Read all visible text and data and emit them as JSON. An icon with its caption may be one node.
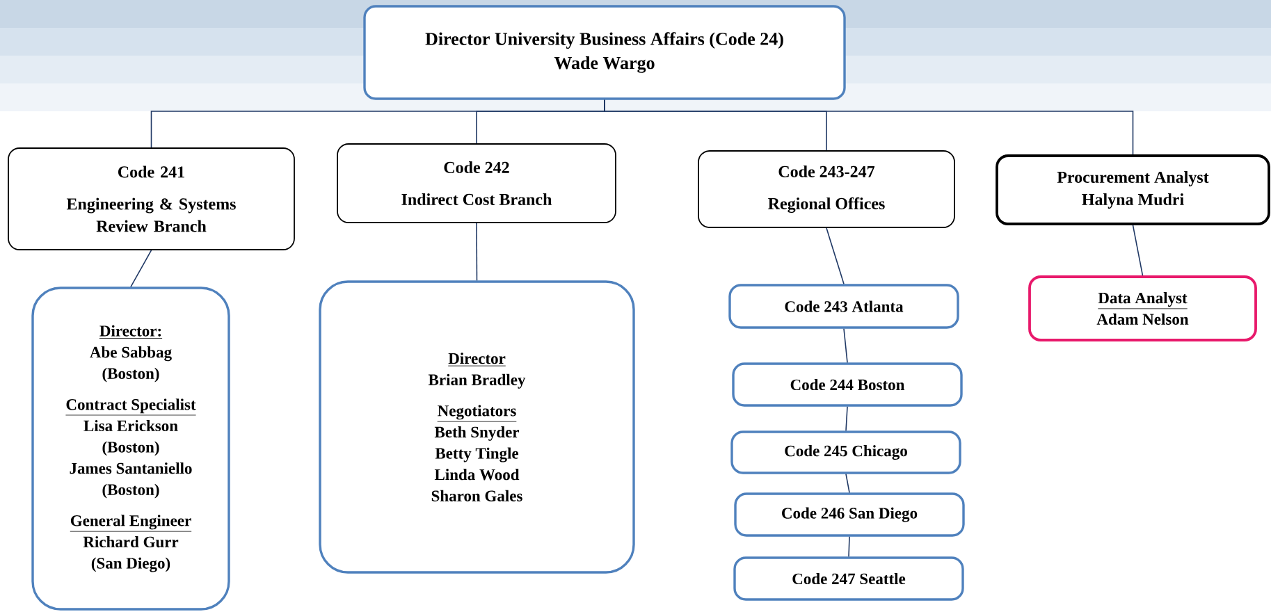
{
  "diagram": {
    "nodes": [
      {
        "text": [
          "Director University Business Affairs (Code 24)",
          "Wade Wargo"
        ]
      },
      {
        "text": [
          "Code 241",
          "Engineering & Systems Review Branch"
        ]
      },
      {
        "text": [
          "Code 242",
          "Indirect Cost Branch"
        ]
      },
      {
        "text": [
          "Code 243-247",
          "Regional Offices"
        ]
      },
      {
        "text": [
          "Procurement Analyst",
          "Halyna Mudri"
        ]
      },
      {
        "text": [
          "Director:",
          "Abe Sabbag",
          "(Boston)",
          "Contract Specialist",
          "Lisa Erickson",
          "(Boston)",
          "James Santaniello",
          "(Boston)",
          "General Engineer",
          "Richard Gurr",
          "(San Diego)"
        ]
      },
      {
        "text": [
          "Director",
          "Brian Bradley",
          "Negotiators",
          "Beth Snyder",
          "Betty Tingle",
          "Linda Wood",
          "Sharon Gales"
        ]
      },
      {
        "text": [
          "Code 243 Atlanta"
        ]
      },
      {
        "text": [
          "Code 244 Boston"
        ]
      },
      {
        "text": [
          "Code 245 Chicago"
        ]
      },
      {
        "text": [
          "Code 246 San Diego"
        ]
      },
      {
        "text": [
          "Code 247 Seattle"
        ]
      },
      {
        "text": [
          "Data Analyst",
          "Adam Nelson"
        ]
      }
    ],
    "edges": [
      {
        "from": 0,
        "to": 1,
        "arrow": "none"
      },
      {
        "from": 0,
        "to": 2,
        "arrow": "none"
      },
      {
        "from": 0,
        "to": 3,
        "arrow": "none"
      },
      {
        "from": 0,
        "to": 4,
        "arrow": "none"
      },
      {
        "from": 1,
        "to": 5,
        "arrow": "none"
      },
      {
        "from": 2,
        "to": 6,
        "arrow": "none"
      },
      {
        "from": 3,
        "to": 7,
        "arrow": "none"
      },
      {
        "from": 7,
        "to": 8,
        "arrow": "none"
      },
      {
        "from": 8,
        "to": 9,
        "arrow": "none"
      },
      {
        "from": 9,
        "to": 10,
        "arrow": "none"
      },
      {
        "from": 10,
        "to": 11,
        "arrow": "none"
      },
      {
        "from": 4,
        "to": 12,
        "arrow": "none"
      }
    ]
  }
}
